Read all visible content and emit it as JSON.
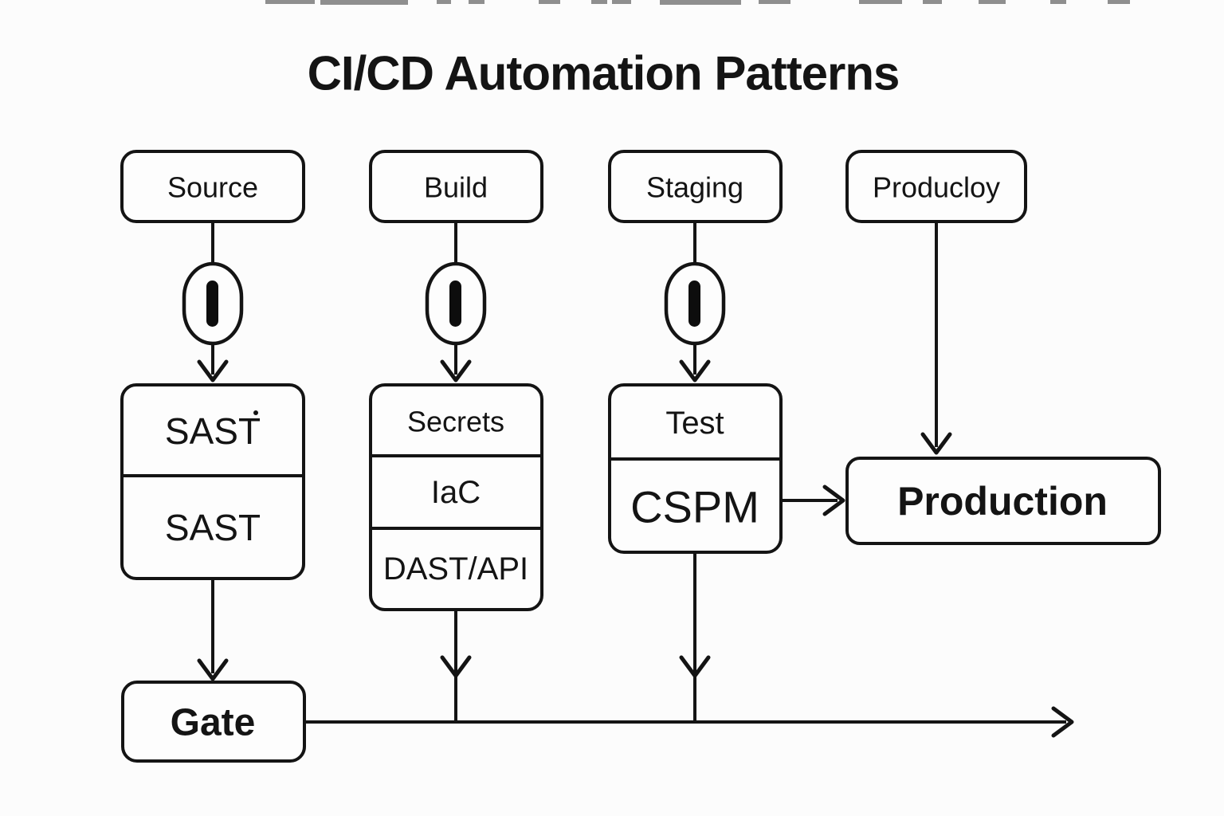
{
  "title": "CI/CD Automation Patterns",
  "diagram_type": "flowchart",
  "colors": {
    "background": "#fcfcfc",
    "stroke": "#141414",
    "text": "#141414",
    "stage_marker_fill": "#0d0d0d"
  },
  "nodes": {
    "source": "Source",
    "build": "Build",
    "staging": "Staging",
    "producloy": "Producloy",
    "sast_row1": "SAST",
    "sast_row2": "SAST",
    "secrets": "Secrets",
    "iac": "IaC",
    "dast_api": "DAST/API",
    "test": "Test",
    "cspm": "CSPM",
    "production": "Production",
    "gate": "Gate"
  },
  "edges": [
    "Source -> SAST stack (via pipeline stage marker)",
    "Build -> Secrets/IaC/DAST-API stack (via pipeline stage marker)",
    "Staging -> Test/CSPM stack (via pipeline stage marker)",
    "Producloy -> Production",
    "CSPM -> Production",
    "SAST stack -> Gate",
    "Build stack -> gate pipeline line",
    "Staging stack -> gate pipeline line",
    "Gate -> pipeline output arrow (right)"
  ]
}
